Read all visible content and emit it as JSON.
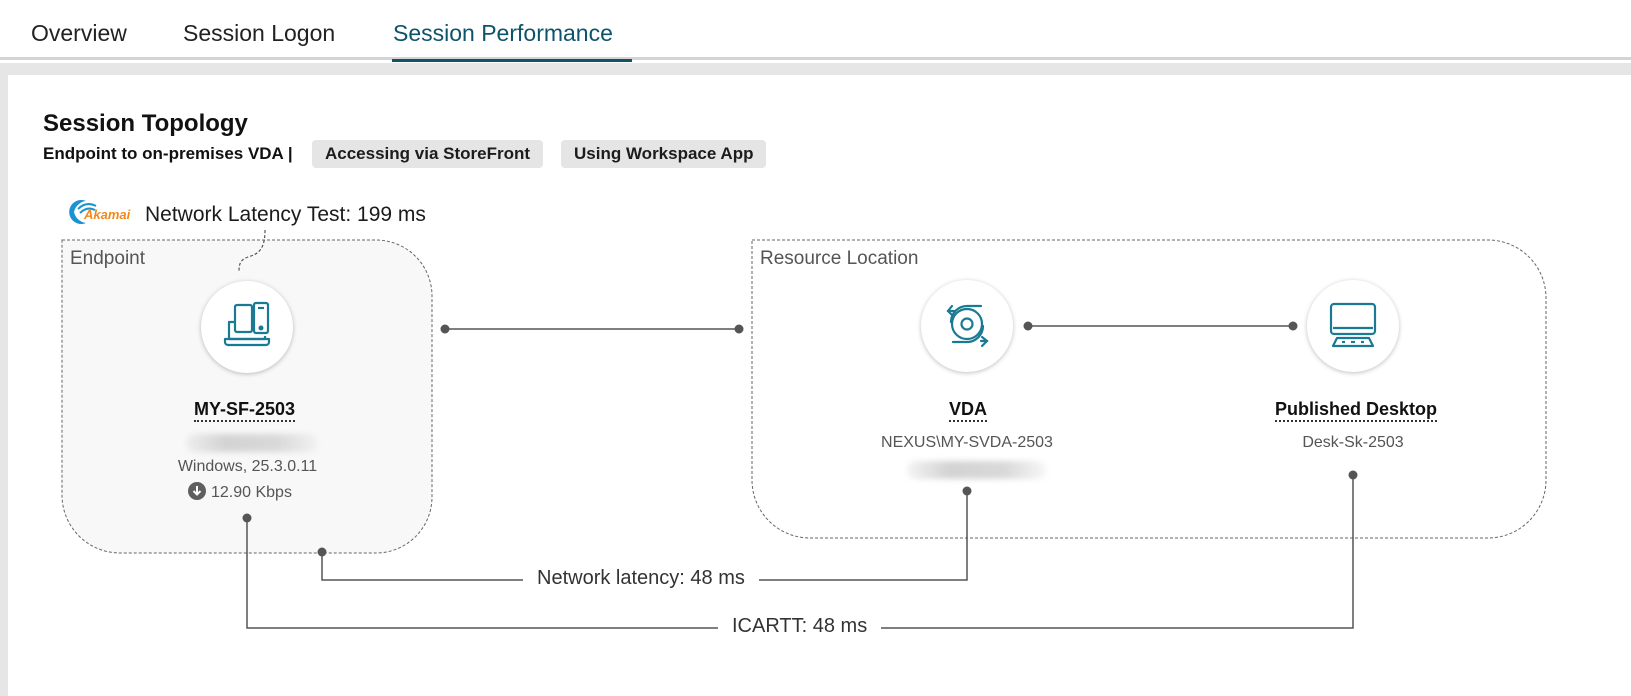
{
  "tabs": [
    {
      "label": "Overview",
      "active": false
    },
    {
      "label": "Session Logon",
      "active": false
    },
    {
      "label": "Session Performance",
      "active": true
    }
  ],
  "topology": {
    "title": "Session Topology",
    "subtitle": "Endpoint to on-premises VDA |",
    "chips": [
      "Accessing via StoreFront",
      "Using Workspace App"
    ],
    "akamai_logo_text": "Akamai",
    "network_latency_test": "Network Latency Test: 199 ms"
  },
  "endpoint": {
    "group_label": "Endpoint",
    "name": "MY-SF-2503",
    "os": "Windows, 25.3.0.11",
    "bandwidth": "12.90 Kbps",
    "icon": "devices-icon"
  },
  "resource_location": {
    "group_label": "Resource Location",
    "vda": {
      "name": "VDA",
      "machine": "NEXUS\\MY-SVDA-2503",
      "icon": "vda-disc-icon"
    },
    "desktop": {
      "name": "Published Desktop",
      "machine": "Desk-Sk-2503",
      "icon": "desktop-icon"
    }
  },
  "connections": {
    "network_latency": "Network latency: 48 ms",
    "icartt": "ICARTT: 48 ms"
  },
  "colors": {
    "accent": "#0d5469",
    "icon": "#1b7a93",
    "line": "#555555"
  }
}
